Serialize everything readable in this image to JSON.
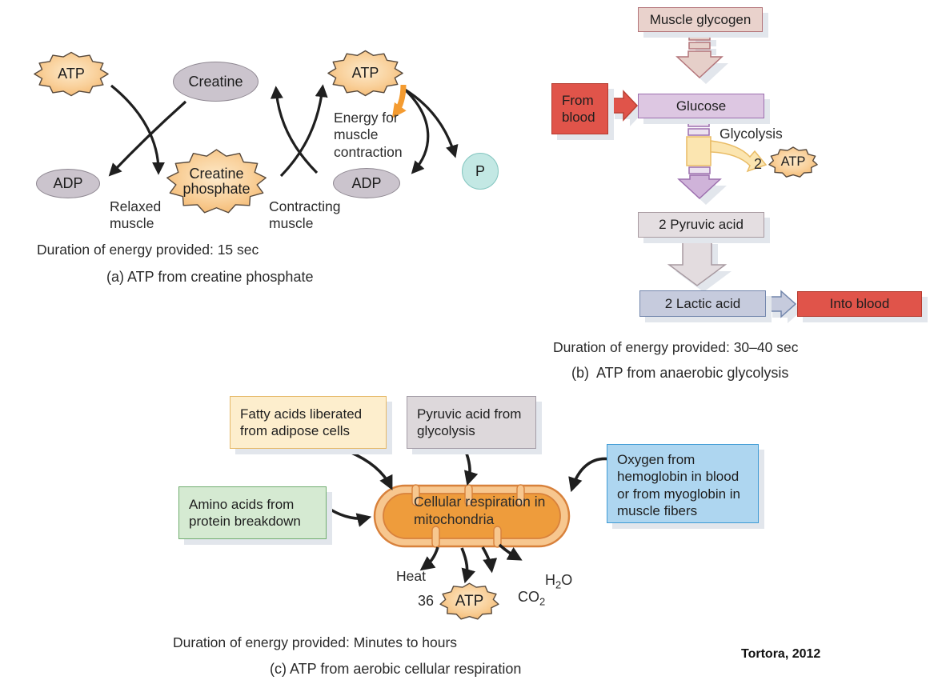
{
  "panel_a": {
    "nodes": {
      "atp_left": "ATP",
      "creatine": "Creatine",
      "atp_right": "ATP",
      "creatine_phosphate": "Creatine phosphate",
      "adp_left": "ADP",
      "adp_right": "ADP",
      "p": "P"
    },
    "labels": {
      "relaxed_muscle": "Relaxed muscle",
      "contracting_muscle": "Contracting muscle",
      "energy": "Energy for muscle contraction",
      "duration": "Duration of energy provided: 15 sec",
      "caption": "(a) ATP from creatine phosphate"
    }
  },
  "panel_b": {
    "boxes": {
      "muscle_glycogen": "Muscle glycogen",
      "from_blood": "From blood",
      "glucose": "Glucose",
      "pyruvic": "2 Pyruvic acid",
      "lactic": "2 Lactic acid",
      "into_blood": "Into blood"
    },
    "labels": {
      "glycolysis": "Glycolysis",
      "atp_count": "2",
      "atp": "ATP",
      "duration": "Duration of energy provided: 30–40 sec",
      "caption": "(b)  ATP from anaerobic glycolysis"
    }
  },
  "panel_c": {
    "boxes": {
      "fatty": "Fatty acids liberated from adipose cells",
      "pyruvic": "Pyruvic acid from glycolysis",
      "amino": "Amino acids from protein breakdown",
      "oxygen": "Oxygen from hemoglobin in blood or from myoglobin in muscle fibers",
      "mitochondria": "Cellular respiration in mitochondria"
    },
    "outputs": {
      "heat": "Heat",
      "atp_count": "36",
      "atp": "ATP",
      "co2_main": "CO",
      "co2_sub": "2",
      "h2o_pre": "H",
      "h2o_sub": "2",
      "h2o_post": "O"
    },
    "labels": {
      "duration": "Duration of energy provided: Minutes to hours",
      "caption": "(c) ATP from aerobic cellular respiration"
    }
  },
  "credit": "Tortora, 2012",
  "colors": {
    "atp_burst": "#f6bc74",
    "node_ellipse": "#cbc4cd",
    "phosphate_circle": "#c3e8e4",
    "glycogen_rose": "#e9d2cc",
    "blood_red": "#e0544a",
    "glucose_lavender": "#ddc7e2",
    "pyruvic_gray": "#e4dee1",
    "lactic_blue": "#c6cbdd",
    "fatty_cream": "#fdeecd",
    "amino_green": "#d5ead2",
    "oxygen_blue": "#aed6f0",
    "mitochondria_orange": "#ee9c3c",
    "energy_bolt_orange": "#f49b30"
  }
}
